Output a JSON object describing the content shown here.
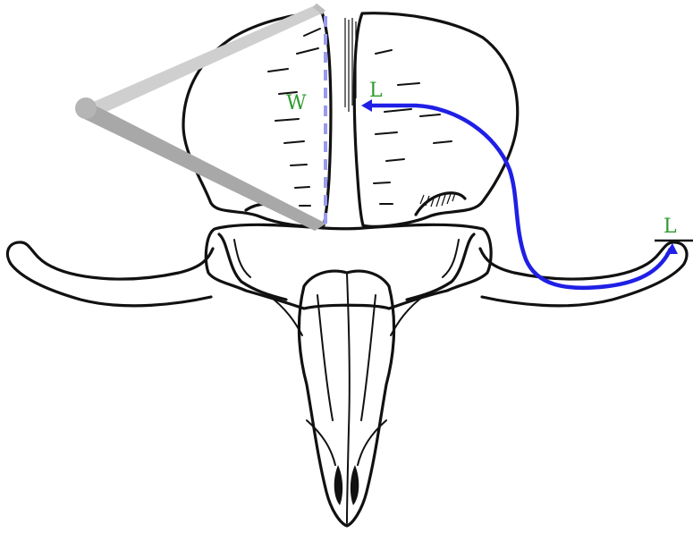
{
  "labels": {
    "width_label": "W",
    "length_label_start": "L",
    "length_label_end": "L"
  },
  "colors": {
    "label": "#2e9a2e",
    "length_curve": "#1f1fe6",
    "width_line": "#9a9af0",
    "caliper_light": "#cfcfcf",
    "caliper_dark": "#a8a8a8",
    "outline": "#111111"
  }
}
